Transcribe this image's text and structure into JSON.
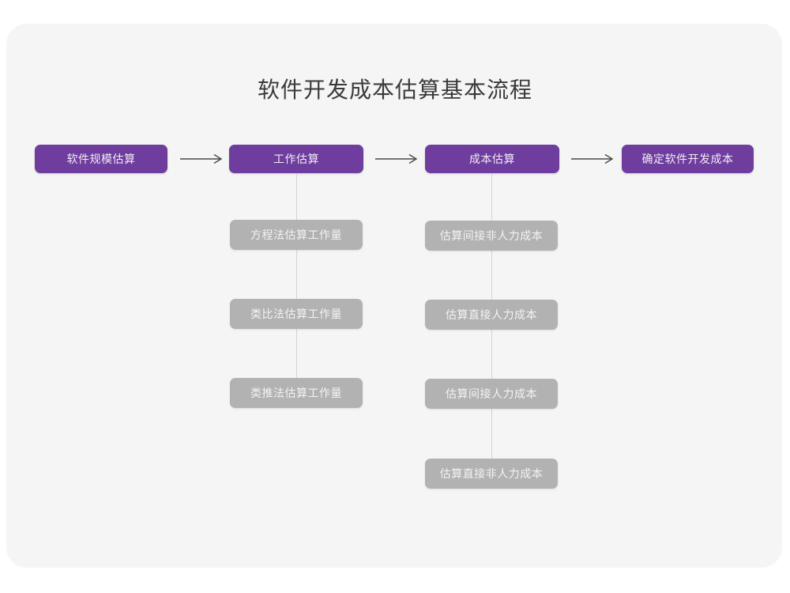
{
  "page": {
    "title": "软件开发成本估算基本流程",
    "background_color": "#ffffff",
    "card_color": "#f5f5f5"
  },
  "colors": {
    "primary": "#6f3d9e",
    "sub": "#b2b2b2",
    "connector": "#d2d2d2",
    "arrow": "#4a4a4a",
    "title_text": "#3a3a3a"
  },
  "chart_data": {
    "type": "diagram",
    "title": "软件开发成本估算基本流程",
    "orientation": "left-to-right with vertical sub-branches",
    "stages": [
      {
        "id": "stage-1",
        "label": "软件规模估算",
        "substeps": []
      },
      {
        "id": "stage-2",
        "label": "工作估算",
        "substeps": [
          "方程法估算工作量",
          "类比法估算工作量",
          "类推法估算工作量"
        ]
      },
      {
        "id": "stage-3",
        "label": "成本估算",
        "substeps": [
          "估算间接非人力成本",
          "估算直接人力成本",
          "估算间接人力成本",
          "估算直接非人力成本"
        ]
      },
      {
        "id": "stage-4",
        "label": "确定软件开发成本",
        "substeps": []
      }
    ],
    "connectors": [
      {
        "from": "stage-1",
        "to": "stage-2",
        "glyph": "arrow-right"
      },
      {
        "from": "stage-2",
        "to": "stage-3",
        "glyph": "arrow-right"
      },
      {
        "from": "stage-3",
        "to": "stage-4",
        "glyph": "arrow-right"
      }
    ]
  },
  "stage1": {
    "label": "软件规模估算"
  },
  "stage2": {
    "label": "工作估算",
    "sub": [
      {
        "label": "方程法估算工作量"
      },
      {
        "label": "类比法估算工作量"
      },
      {
        "label": "类推法估算工作量"
      }
    ]
  },
  "stage3": {
    "label": "成本估算",
    "sub": [
      {
        "label": "估算间接非人力成本"
      },
      {
        "label": "估算直接人力成本"
      },
      {
        "label": "估算间接人力成本"
      },
      {
        "label": "估算直接非人力成本"
      }
    ]
  },
  "stage4": {
    "label": "确定软件开发成本"
  }
}
